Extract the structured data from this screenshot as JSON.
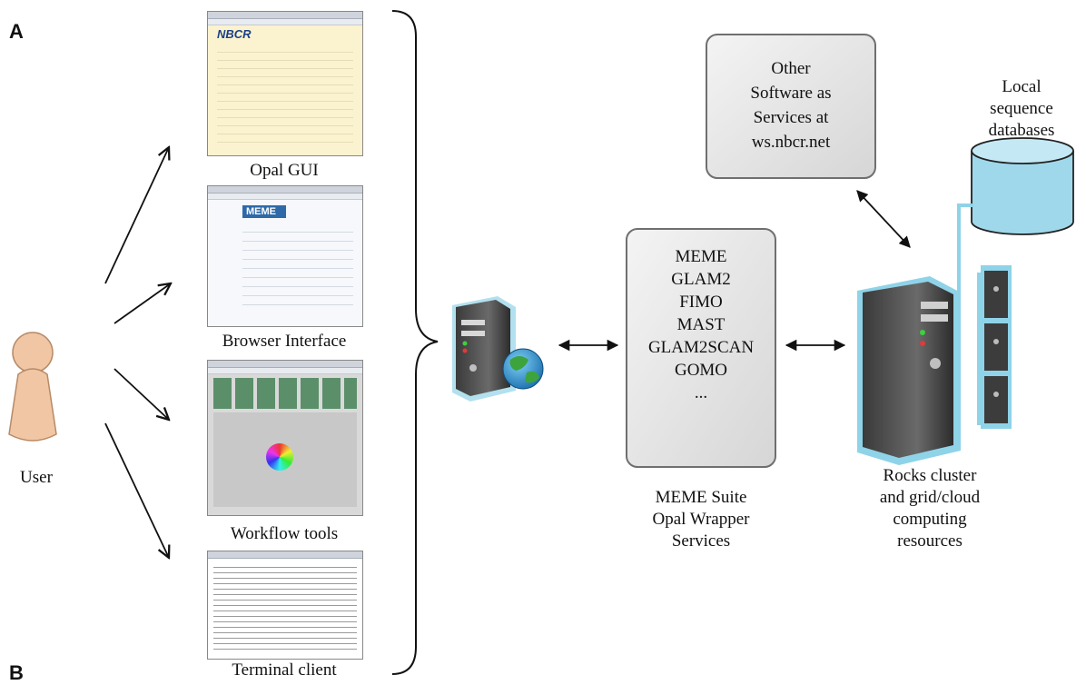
{
  "panels": {
    "a": "A",
    "b": "B"
  },
  "user": {
    "label": "User"
  },
  "clients": [
    {
      "label": "Opal GUI"
    },
    {
      "label": "Browser Interface"
    },
    {
      "label": "Workflow tools"
    },
    {
      "label": "Terminal client"
    }
  ],
  "opal_gui": {
    "logo": "NBCR"
  },
  "browser": {
    "logo": "MEME"
  },
  "services_box": {
    "items": [
      "MEME",
      "GLAM2",
      "FIMO",
      "MAST",
      "GLAM2SCAN",
      "GOMO",
      "..."
    ],
    "caption": [
      "MEME Suite",
      "Opal Wrapper",
      "Services"
    ]
  },
  "other_box": {
    "lines": [
      "Other",
      "Software as",
      "Services at",
      "ws.nbcr.net"
    ]
  },
  "database": {
    "lines": [
      "Local",
      "sequence",
      "databases"
    ],
    "color": "#9fd8ea"
  },
  "cluster": {
    "lines": [
      "Rocks cluster",
      "and grid/cloud",
      "computing",
      "resources"
    ],
    "accent": "#8fd3e8"
  },
  "colors": {
    "box_fill": "#e4e4e4",
    "box_stroke": "#6f6f6f",
    "person": "#f0c6a4"
  }
}
